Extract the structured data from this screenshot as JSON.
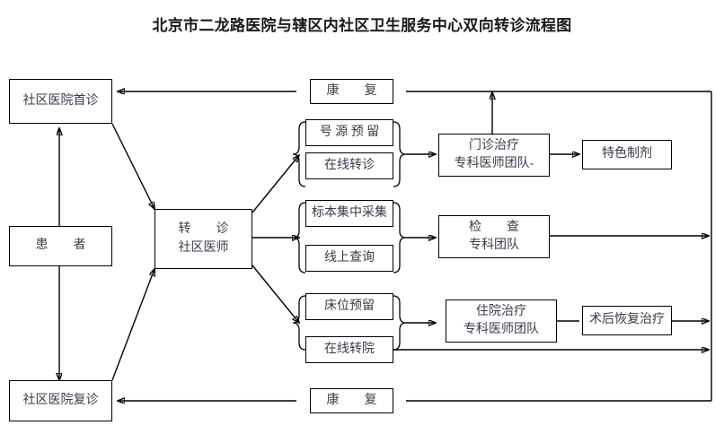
{
  "title": "北京市二龙路医院与辖区内社区卫生服务中心双向转诊流程图",
  "nodes": {
    "community_first_visit": {
      "label": "社区医院首诊"
    },
    "patient": {
      "label": "患　　者"
    },
    "community_revisit": {
      "label": "社区医院复诊"
    },
    "referral_doctor": {
      "line1": "转　　诊",
      "line2": "社区医师"
    },
    "rehab_top": {
      "label": "康　　复"
    },
    "rehab_bottom": {
      "label": "康　　复"
    },
    "reserve_slot": {
      "label": "号 源 预 留"
    },
    "online_referral": {
      "label": "在线转诊"
    },
    "sample_collection": {
      "label": "标本集中采集"
    },
    "online_query": {
      "label": "线上查询"
    },
    "reserve_bed": {
      "label": "床位预留"
    },
    "online_transfer_hospital": {
      "label": "在线转院"
    },
    "outpatient_team": {
      "line1": "门诊治疗",
      "line2": "专科医师团队-"
    },
    "special_preparation": {
      "label": "特色制剂"
    },
    "exam_team": {
      "line1": "检　　查",
      "line2": "专科团队"
    },
    "inpatient_team": {
      "line1": "住院治疗",
      "line2": "专科医师团队"
    },
    "post_op_rehab": {
      "label": "术后恢复治疗"
    }
  },
  "colors": {
    "stroke": "#000000",
    "text": "#3a3a4a",
    "background": "#ffffff"
  }
}
